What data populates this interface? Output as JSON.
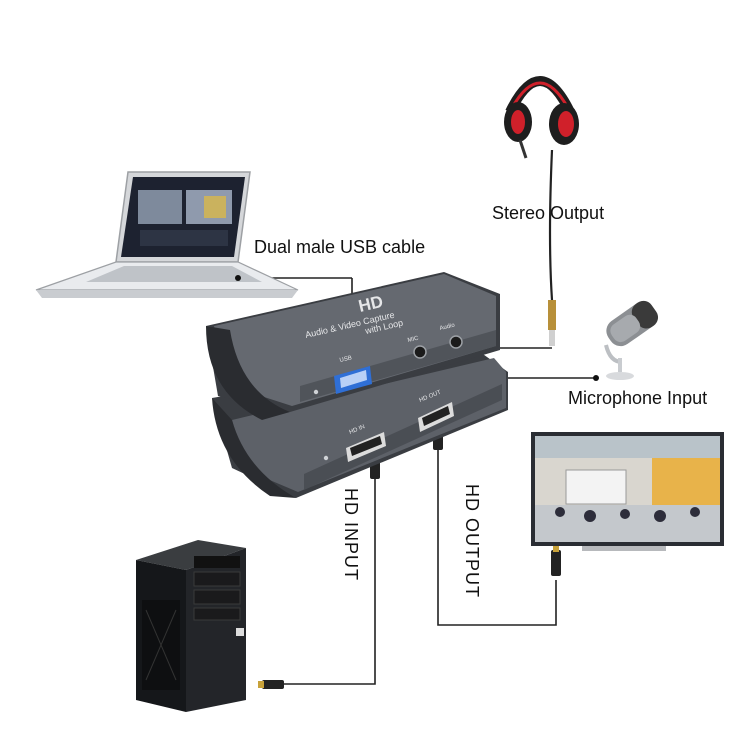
{
  "labels": {
    "usb_cable": "Dual male USB cable",
    "stereo_output": "Stereo Output",
    "microphone_input": "Microphone Input",
    "hd_input": "HD INPUT",
    "hd_output": "HD OUTPUT"
  },
  "device": {
    "logo": "HD",
    "line1": "Audio & Video Capture",
    "line2": "with Loop",
    "port_usb": "USB",
    "port_mic": "MIC",
    "port_audio": "Audio",
    "port_hd_in": "HD IN",
    "port_hd_out": "HD OUT"
  },
  "colors": {
    "device_body": "#5d6168",
    "device_edge": "#3a3d42",
    "cable": "#222222",
    "headphone_accent": "#d0202a",
    "usb_port": "#2f6fd6"
  }
}
